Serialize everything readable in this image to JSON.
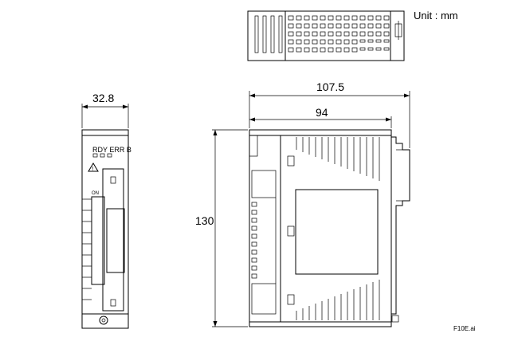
{
  "unit_label": "Unit : mm",
  "dimensions": {
    "front_width": "32.8",
    "side_total_width": "107.5",
    "side_body_width": "94",
    "height": "130"
  },
  "front_panel": {
    "led_label": "RDY ERR B",
    "connector_label": "ON"
  },
  "figure_id": "F10E.ai"
}
